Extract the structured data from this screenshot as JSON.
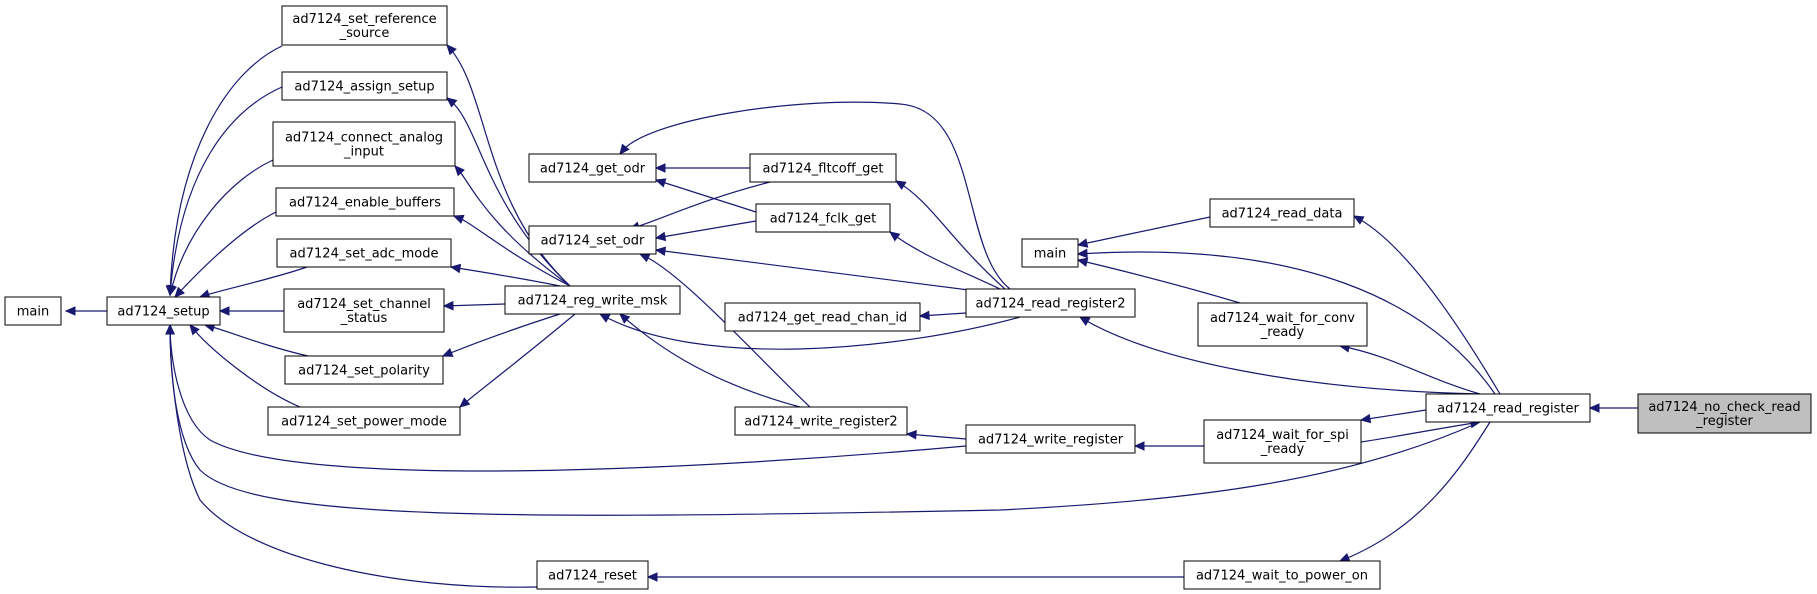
{
  "nodes": [
    {
      "id": "main_left",
      "lines": [
        "main"
      ]
    },
    {
      "id": "setup",
      "lines": [
        "ad7124_setup"
      ]
    },
    {
      "id": "set_ref",
      "lines": [
        "ad7124_set_reference",
        "_source"
      ]
    },
    {
      "id": "assign_setup",
      "lines": [
        "ad7124_assign_setup"
      ]
    },
    {
      "id": "connect_analog",
      "lines": [
        "ad7124_connect_analog",
        "_input"
      ]
    },
    {
      "id": "enable_buffers",
      "lines": [
        "ad7124_enable_buffers"
      ]
    },
    {
      "id": "set_adc_mode",
      "lines": [
        "ad7124_set_adc_mode"
      ]
    },
    {
      "id": "set_channel_status",
      "lines": [
        "ad7124_set_channel",
        "_status"
      ]
    },
    {
      "id": "set_polarity",
      "lines": [
        "ad7124_set_polarity"
      ]
    },
    {
      "id": "set_power_mode",
      "lines": [
        "ad7124_set_power_mode"
      ]
    },
    {
      "id": "reg_write_msk",
      "lines": [
        "ad7124_reg_write_msk"
      ]
    },
    {
      "id": "get_odr",
      "lines": [
        "ad7124_get_odr"
      ]
    },
    {
      "id": "set_odr",
      "lines": [
        "ad7124_set_odr"
      ]
    },
    {
      "id": "fltcoff_get",
      "lines": [
        "ad7124_fltcoff_get"
      ]
    },
    {
      "id": "fclk_get",
      "lines": [
        "ad7124_fclk_get"
      ]
    },
    {
      "id": "get_read_chan_id",
      "lines": [
        "ad7124_get_read_chan_id"
      ]
    },
    {
      "id": "write_register2",
      "lines": [
        "ad7124_write_register2"
      ]
    },
    {
      "id": "reset",
      "lines": [
        "ad7124_reset"
      ]
    },
    {
      "id": "main_mid",
      "lines": [
        "main"
      ]
    },
    {
      "id": "read_register2",
      "lines": [
        "ad7124_read_register2"
      ]
    },
    {
      "id": "write_register",
      "lines": [
        "ad7124_write_register"
      ]
    },
    {
      "id": "read_data",
      "lines": [
        "ad7124_read_data"
      ]
    },
    {
      "id": "wait_conv",
      "lines": [
        "ad7124_wait_for_conv",
        "_ready"
      ]
    },
    {
      "id": "wait_spi",
      "lines": [
        "ad7124_wait_for_spi",
        "_ready"
      ]
    },
    {
      "id": "wait_power_on",
      "lines": [
        "ad7124_wait_to_power_on"
      ]
    },
    {
      "id": "read_register",
      "lines": [
        "ad7124_read_register"
      ]
    },
    {
      "id": "no_check",
      "lines": [
        "ad7124_no_check_read",
        "_register"
      ],
      "highlight": true
    }
  ],
  "colors": {
    "edge": "#191970",
    "node_border": "#000000",
    "node_fill": "#ffffff",
    "highlight_fill": "#bfbfbf"
  }
}
